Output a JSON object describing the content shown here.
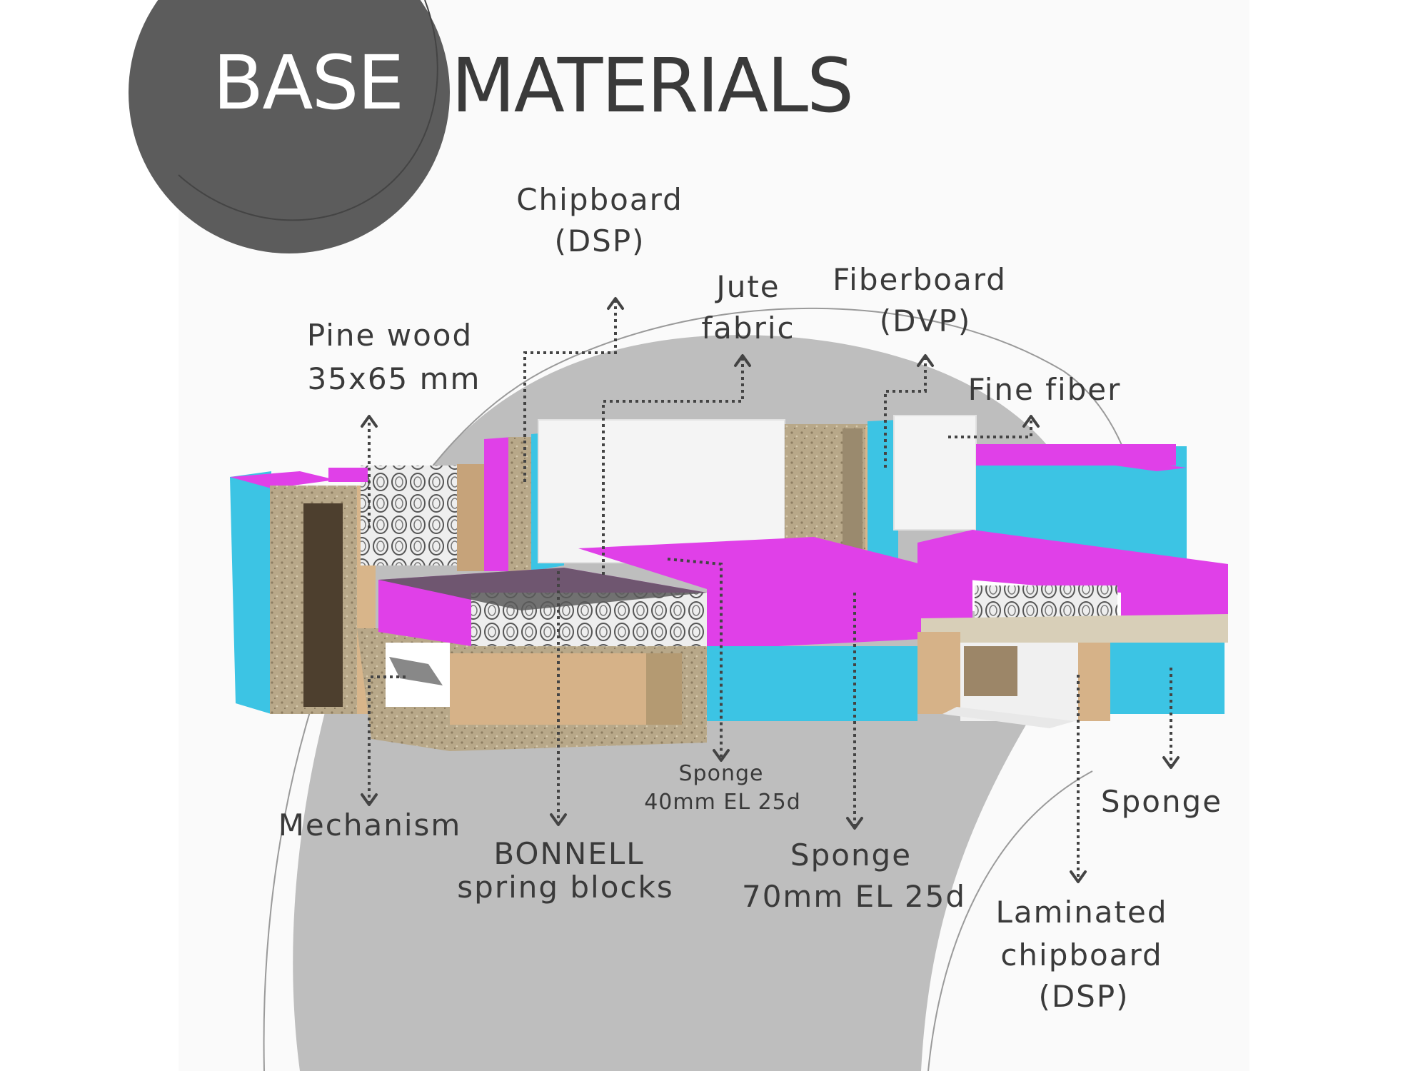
{
  "title": {
    "part1": "BASE",
    "part2": "MATERIALS"
  },
  "labels": {
    "chipboard": [
      "Chipboard",
      "(DSP)"
    ],
    "jute": [
      "Jute",
      "fabric"
    ],
    "fiberboard": [
      "Fiberboard",
      "(DVP)"
    ],
    "pine": [
      "Pine wood",
      "35x65 mm"
    ],
    "fine_fiber": [
      "Fine fiber"
    ],
    "mechanism": [
      "Mechanism"
    ],
    "bonnell": [
      "BONNELL",
      "spring blocks"
    ],
    "sponge40": [
      "Sponge",
      "40mm EL 25d"
    ],
    "sponge70": [
      "Sponge",
      "70mm EL 25d"
    ],
    "sponge": [
      "Sponge"
    ],
    "laminated": [
      "Laminated",
      "chipboard",
      "(DSP)"
    ]
  },
  "colors": {
    "foam_magenta": "#e040e8",
    "foam_cyan": "#3cc4e4",
    "chipboard": "#b9a98a",
    "pine": "#d8b58a",
    "fiber_white": "#f4f4f4",
    "blob_gray": "#bdbdbd",
    "circle_dark": "#5c5c5c",
    "text_dark": "#3a3a3a"
  }
}
